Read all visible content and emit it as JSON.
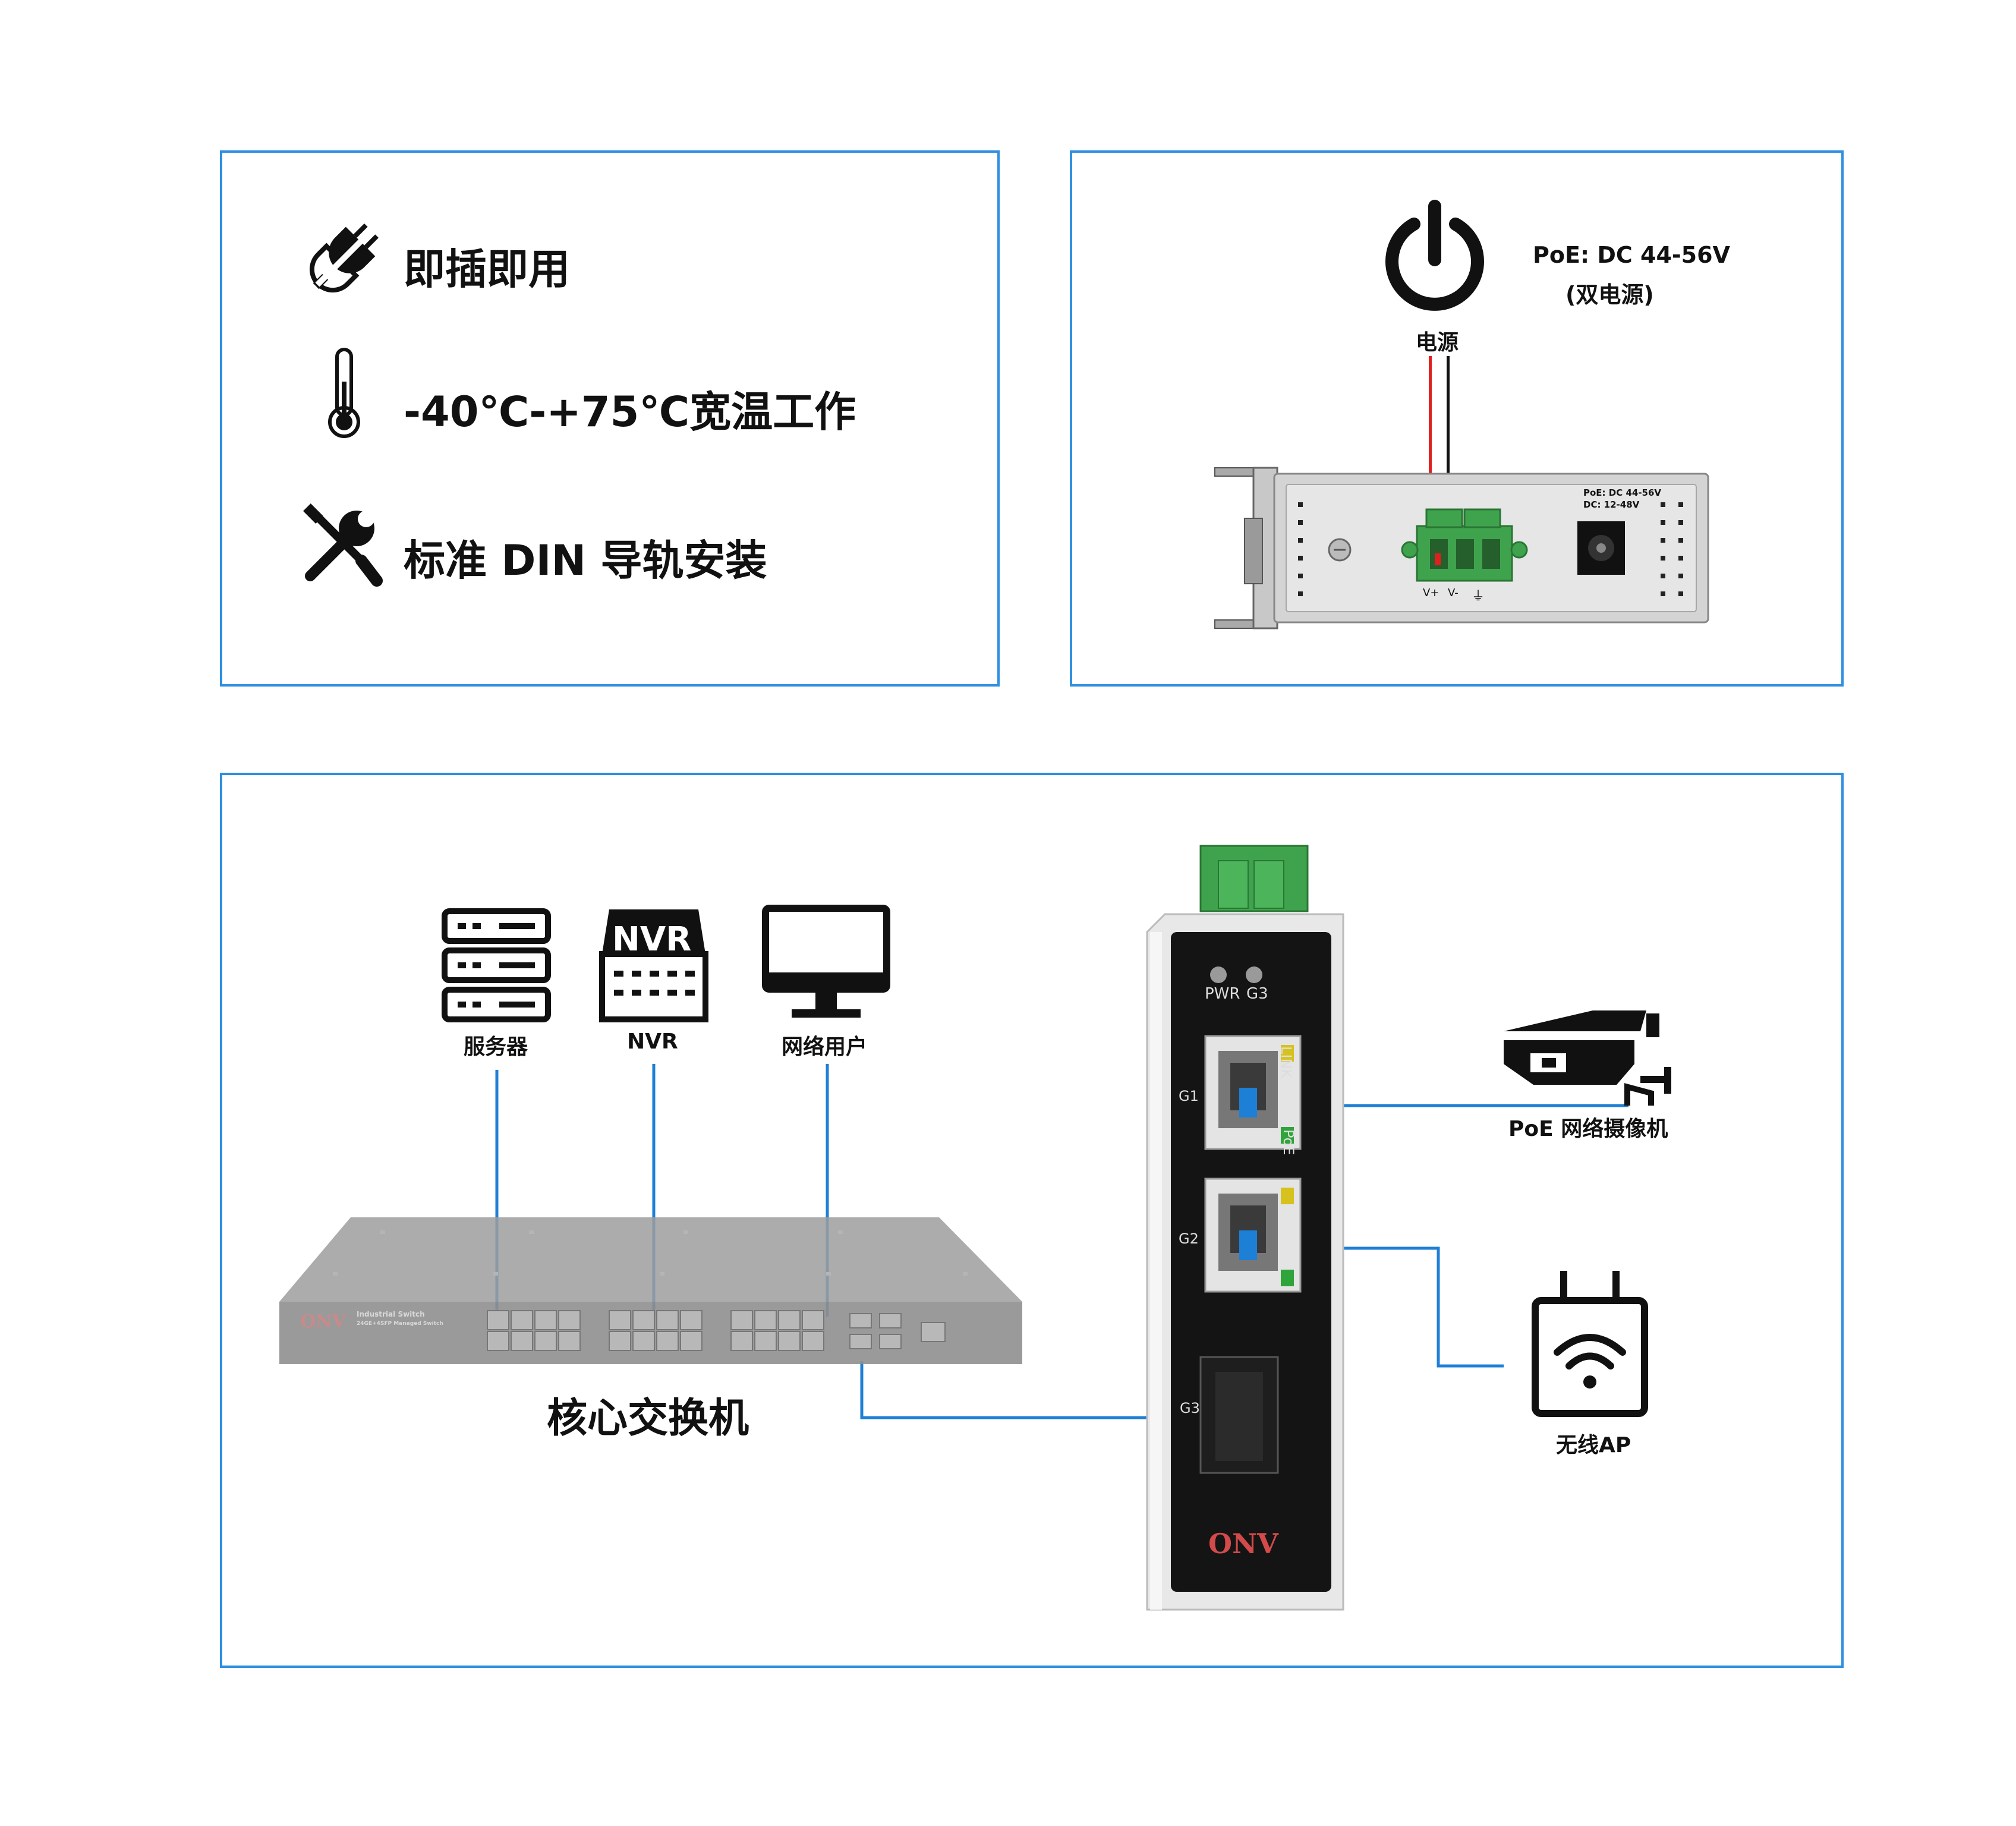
{
  "features": [
    {
      "icon": "plug-icon",
      "text": "即插即用"
    },
    {
      "icon": "thermometer-icon",
      "text": "-40℃-+75℃宽温工作"
    },
    {
      "icon": "tools-icon",
      "text": "标准 DIN 导轨安装"
    }
  ],
  "power": {
    "spec": "PoE: DC 44-56V",
    "spec_sub": "(双电源)",
    "label": "电源",
    "device_spec_poe": "PoE: DC 44-56V",
    "device_spec_dc": "DC: 12-48V",
    "terminal_labels": [
      "V+",
      "V-",
      "⏚"
    ]
  },
  "topology": {
    "devices_top": [
      {
        "icon": "server-icon",
        "label": "服务器"
      },
      {
        "icon": "nvr-icon",
        "label": "NVR",
        "icon_text": "NVR"
      },
      {
        "icon": "monitor-icon",
        "label": "网络用户"
      }
    ],
    "core_switch": {
      "label": "核心交换机",
      "brand": "ONV",
      "model_line1": "Industrial Switch",
      "model_line2": "24GE+4SFP Managed Switch"
    },
    "din_switch": {
      "brand": "ONV",
      "led_labels": [
        "PWR",
        "G3"
      ],
      "ports": [
        "G1",
        "G2",
        "G3"
      ],
      "side_labels": [
        "LINK",
        "PoE"
      ]
    },
    "endpoints": [
      {
        "icon": "camera-icon",
        "label": "PoE 网络摄像机"
      },
      {
        "icon": "wifi-ap-icon",
        "label": "无线AP"
      }
    ]
  },
  "colors": {
    "accent": "#2f8fe0",
    "line": "#1e7fd6",
    "green": "#3fa34d"
  }
}
